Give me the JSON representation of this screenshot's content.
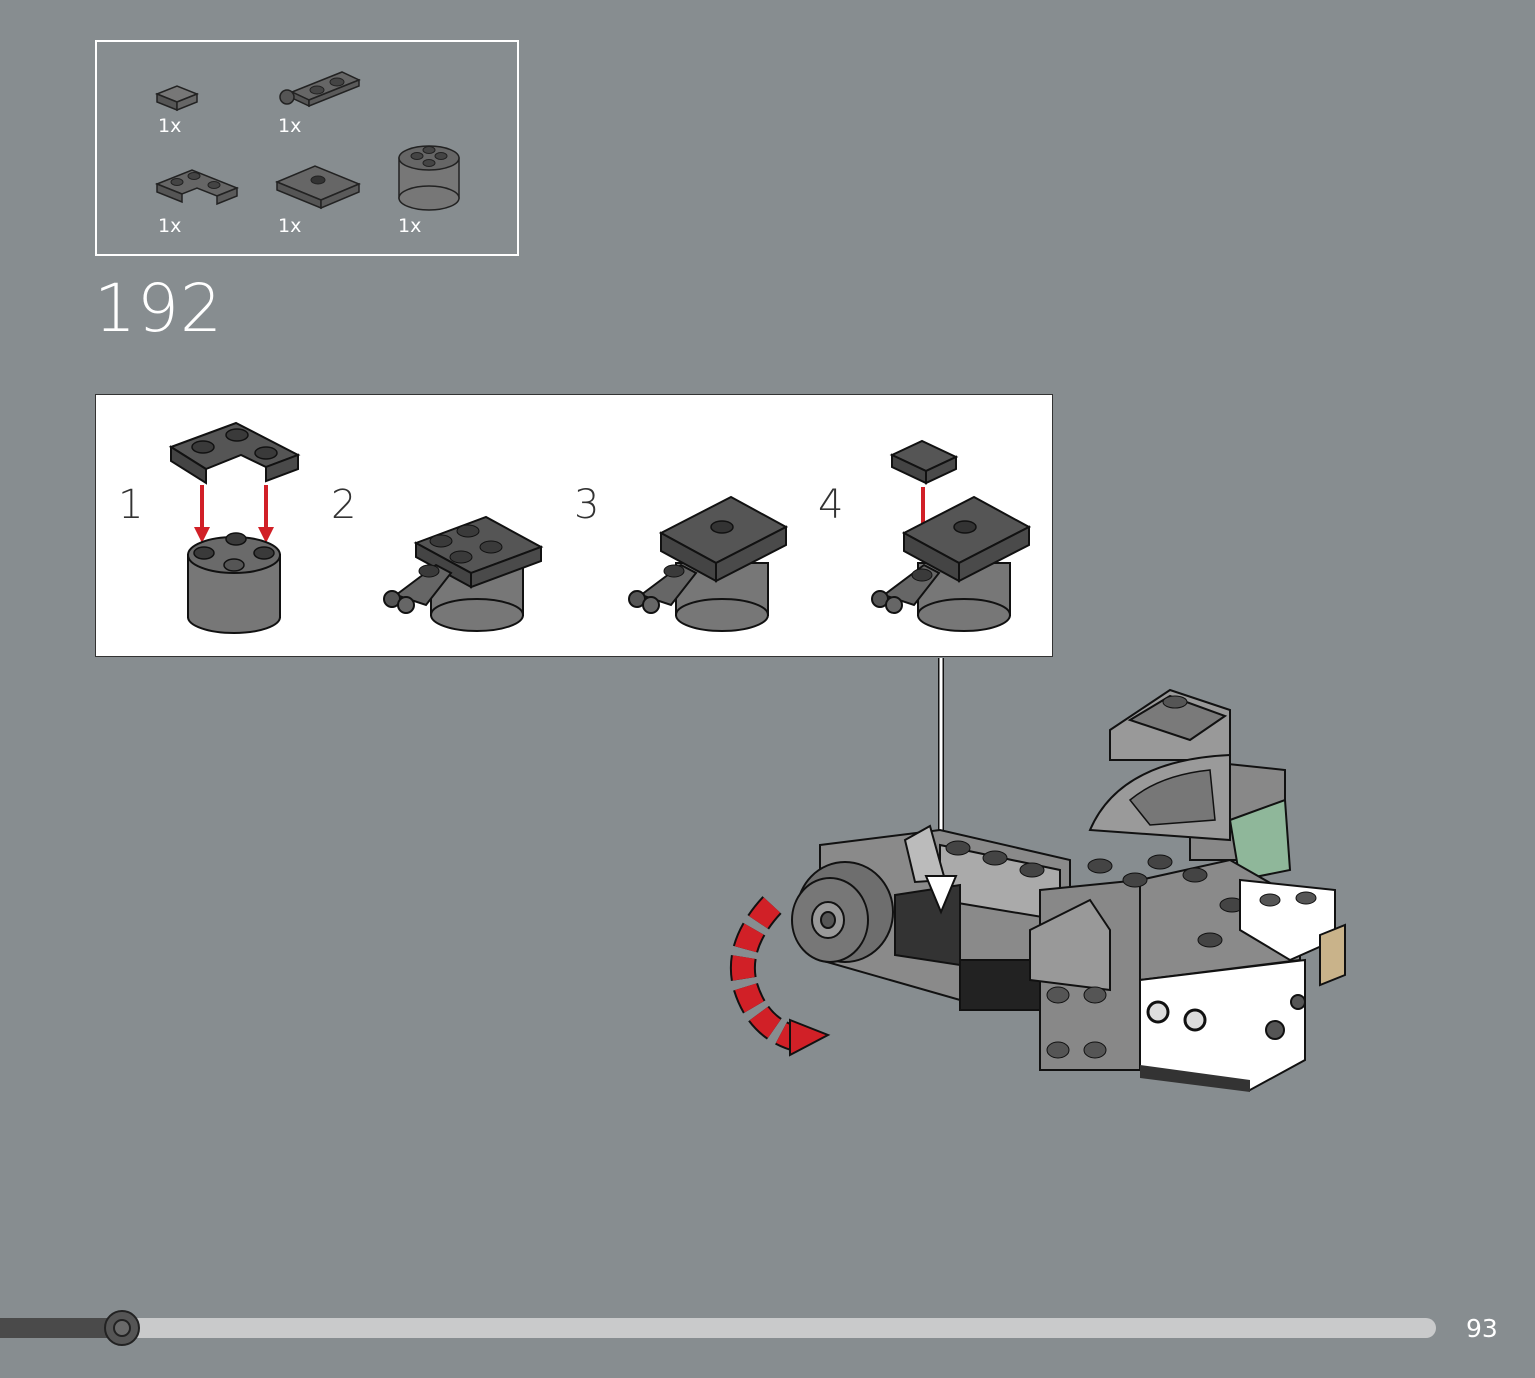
{
  "parts_list": {
    "items": [
      {
        "name": "tile-1x1",
        "qty": "1x"
      },
      {
        "name": "plate-1x2-with-clip",
        "qty": "1x"
      },
      {
        "name": "plate-2x2-corner",
        "qty": "1x"
      },
      {
        "name": "plate-2x2-jumper",
        "qty": "1x"
      },
      {
        "name": "round-brick-2x2",
        "qty": "1x"
      }
    ]
  },
  "step": {
    "number": "192"
  },
  "substeps": {
    "labels": [
      "1",
      "2",
      "3",
      "4"
    ]
  },
  "progress": {
    "fraction": 0.085
  },
  "page": {
    "number": "93"
  },
  "colors": {
    "background": "#878d90",
    "arrow_red": "#d12027",
    "brick_dark": "#4d4d4d",
    "brick_mid": "#8a8a8a"
  }
}
